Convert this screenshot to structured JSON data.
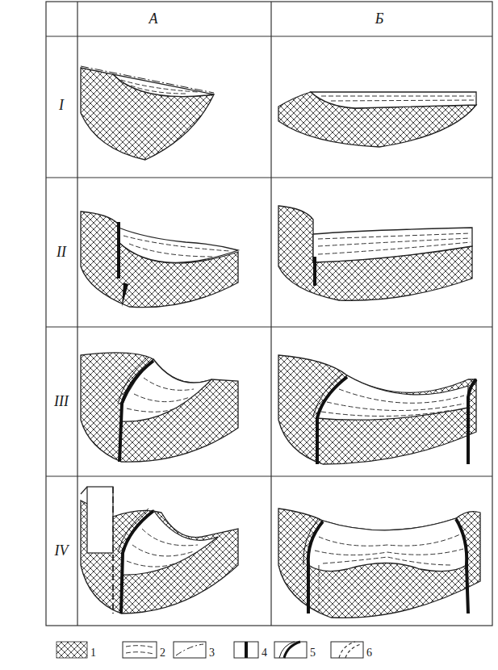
{
  "diagram": {
    "labels": [
      "А",
      "Б",
      "I",
      "II",
      "III",
      "IV"
    ],
    "legend": [
      {
        "text": "1"
      },
      {
        "text": "2"
      },
      {
        "text": "3"
      },
      {
        "text": "4"
      },
      {
        "text": "5"
      },
      {
        "text": "6"
      }
    ]
  }
}
